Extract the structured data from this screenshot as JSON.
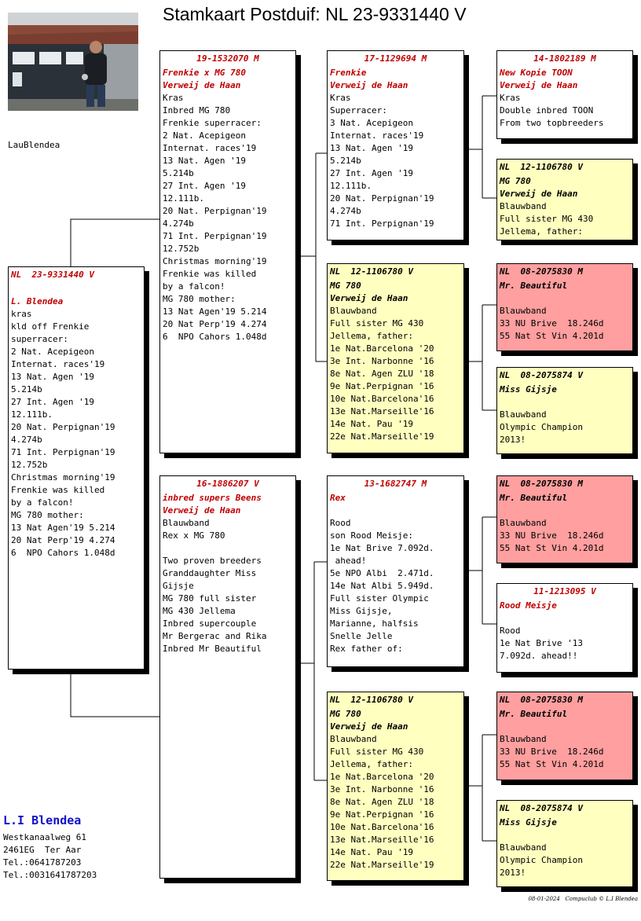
{
  "title": "Stamkaart Postduif: NL  23-9331440 V",
  "loft_name": "LauBlendea",
  "owner": {
    "name": "L.I Blendea",
    "lines": [
      "Westkanaalweg 61",
      "2461EG  Ter Aar",
      "Tel.:0641787203",
      "Tel.:0031641787203"
    ]
  },
  "footer": "08-01-2024   Compuclub © L.I Blendea",
  "colors": {
    "ring_red": "#c00000",
    "yellow_card": "#ffffc0",
    "red_card": "#ff9f9f",
    "owner_blue": "#1010c8"
  },
  "pigeons": {
    "subject": {
      "ring": "NL  23-9331440 V",
      "headline": [
        "",
        "L. Blendea"
      ],
      "lines": [
        "kras",
        "kld off Frenkie",
        "superracer:",
        "2 Nat. Acepigeon",
        "Internat. races'19",
        "13 Nat. Agen '19",
        "5.214b",
        "27 Int. Agen '19",
        "12.111b.",
        "20 Nat. Perpignan'19",
        "4.274b",
        "71 Int. Perpignan'19",
        "12.752b",
        "Christmas morning'19",
        "Frenkie was killed",
        "by a falcon!",
        "MG 780 mother:",
        "13 Nat Agen'19 5.214",
        "20 Nat Perp'19 4.274",
        "6  NPO Cahors 1.048d"
      ]
    },
    "sire": {
      "ring": "19-1532070 M",
      "headline": [
        "Frenkie x MG 780",
        "Verweij de Haan"
      ],
      "lines": [
        "Kras",
        "Inbred MG 780",
        "Frenkie superracer:",
        "2 Nat. Acepigeon",
        "Internat. races'19",
        "13 Nat. Agen '19",
        "5.214b",
        "27 Int. Agen '19",
        "12.111b.",
        "20 Nat. Perpignan'19",
        "4.274b",
        "71 Int. Perpignan'19",
        "12.752b",
        "Christmas morning'19",
        "Frenkie was killed",
        "by a falcon!",
        "MG 780 mother:",
        "13 Nat Agen'19 5.214",
        "20 Nat Perp'19 4.274",
        "6  NPO Cahors 1.048d"
      ]
    },
    "dam": {
      "ring": "16-1886207 V",
      "headline": [
        "inbred supers Beens",
        "Verweij de Haan"
      ],
      "lines": [
        "Blauwband",
        "Rex x MG 780",
        "",
        "Two proven breeders",
        "Granddaughter Miss",
        "Gijsje",
        "MG 780 full sister",
        "MG 430 Jellema",
        "Inbred supercouple",
        "Mr Bergerac and Rika",
        "Inbred Mr Beautiful"
      ]
    },
    "sire_sire": {
      "ring": "17-1129694 M",
      "headline": [
        "Frenkie",
        "Verweij de Haan"
      ],
      "lines": [
        "Kras",
        "Superracer:",
        "3 Nat. Acepigeon",
        "Internat. races'19",
        "13 Nat. Agen '19",
        "5.214b",
        "27 Int. Agen '19",
        "12.111b.",
        "20 Nat. Perpignan'19",
        "4.274b",
        "71 Int. Perpignan'19"
      ]
    },
    "sire_dam": {
      "ring": "NL  12-1106780 V",
      "headline": [
        "MG 780",
        "Verweij de Haan"
      ],
      "lines": [
        "Blauwband",
        "Full sister MG 430",
        "Jellema, father:",
        "1e Nat.Barcelona '20",
        "3e Int. Narbonne '16",
        "8e Nat. Agen ZLU '18",
        "9e Nat.Perpignan '16",
        "10e Nat.Barcelona'16",
        "13e Nat.Marseille'16",
        "14e Nat. Pau '19",
        "22e Nat.Marseille'19"
      ]
    },
    "dam_sire": {
      "ring": "13-1682747 M",
      "headline": [
        "Rex",
        ""
      ],
      "lines": [
        "Rood",
        "son Rood Meisje:",
        "1e Nat Brive 7.092d.",
        " ahead!",
        "5e NPO Albi  2.471d.",
        "14e Nat Albi 5.949d.",
        "Full sister Olympic",
        "Miss Gijsje,",
        "Marianne, halfsis",
        "Snelle Jelle",
        "Rex father of:"
      ]
    },
    "dam_dam": {
      "ring": "NL  12-1106780 V",
      "headline": [
        "MG 780",
        "Verweij de Haan"
      ],
      "lines": [
        "Blauwband",
        "Full sister MG 430",
        "Jellema, father:",
        "1e Nat.Barcelona '20",
        "3e Int. Narbonne '16",
        "8e Nat. Agen ZLU '18",
        "9e Nat.Perpignan '16",
        "10e Nat.Barcelona'16",
        "13e Nat.Marseille'16",
        "14e Nat. Pau '19",
        "22e Nat.Marseille'19"
      ]
    },
    "ss_sire": {
      "ring": "14-1802189 M",
      "headline": [
        "New Kopie TOON",
        "Verweij de Haan"
      ],
      "lines": [
        "Kras",
        "Double inbred TOON",
        "From two topbreeders"
      ]
    },
    "ss_dam": {
      "ring": "NL  12-1106780 V",
      "headline": [
        "MG 780",
        "Verweij de Haan"
      ],
      "lines": [
        "Blauwband",
        "Full sister MG 430",
        "Jellema, father:"
      ]
    },
    "sd_sire": {
      "ring": "NL  08-2075830 M",
      "headline": [
        "Mr. Beautiful",
        ""
      ],
      "lines": [
        "Blauwband",
        "33 NU Brive  18.246d",
        "55 Nat St Vin 4.201d"
      ]
    },
    "sd_dam": {
      "ring": "NL  08-2075874 V",
      "headline": [
        "Miss Gijsje",
        ""
      ],
      "lines": [
        "Blauwband",
        "Olympic Champion",
        "2013!"
      ]
    },
    "ds_sire": {
      "ring": "NL  08-2075830 M",
      "headline": [
        "Mr. Beautiful",
        ""
      ],
      "lines": [
        "Blauwband",
        "33 NU Brive  18.246d",
        "55 Nat St Vin 4.201d"
      ]
    },
    "ds_dam": {
      "ring": "11-1213095 V",
      "headline": [
        "Rood Meisje",
        ""
      ],
      "lines": [
        "Rood",
        "1e Nat Brive '13",
        "7.092d. ahead!!"
      ]
    },
    "dd_sire": {
      "ring": "NL  08-2075830 M",
      "headline": [
        "Mr. Beautiful",
        ""
      ],
      "lines": [
        "Blauwband",
        "33 NU Brive  18.246d",
        "55 Nat St Vin 4.201d"
      ]
    },
    "dd_dam": {
      "ring": "NL  08-2075874 V",
      "headline": [
        "Miss Gijsje",
        ""
      ],
      "lines": [
        "Blauwband",
        "Olympic Champion",
        "2013!"
      ]
    }
  }
}
